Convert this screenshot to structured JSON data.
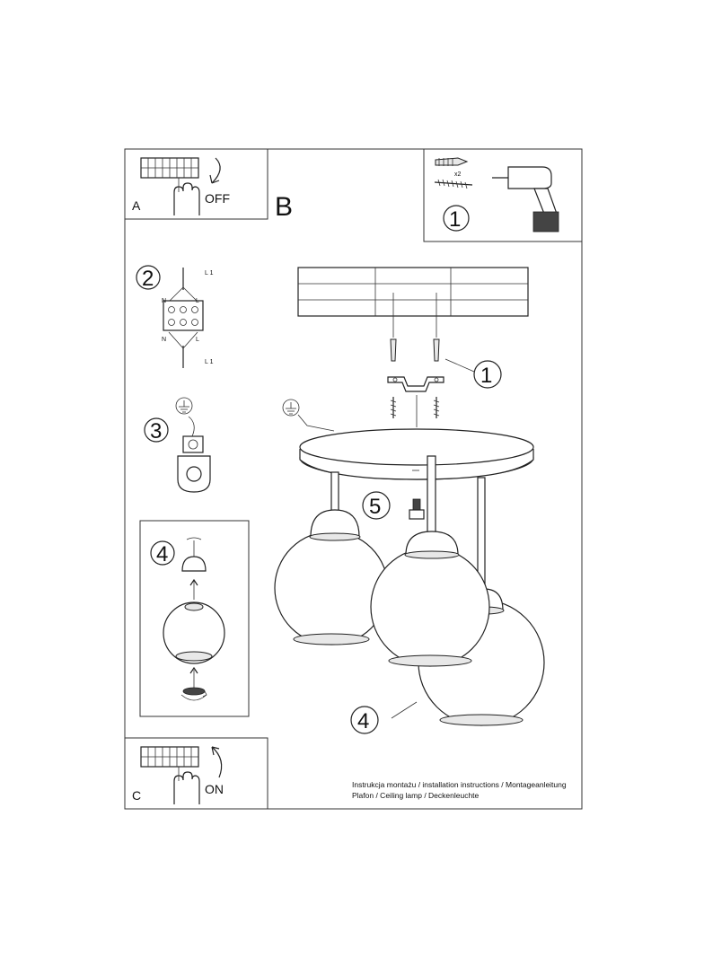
{
  "panels": {
    "A": {
      "letter": "A",
      "action": "OFF"
    },
    "B": {
      "letter": "B"
    },
    "C": {
      "letter": "C",
      "action": "ON"
    }
  },
  "steps": {
    "tools_step": "1",
    "mount_step": "1",
    "anchor_count": "x2",
    "wiring_step": "2",
    "ground_step": "3",
    "shade_inset_step": "4",
    "shade_main_step": "4",
    "bulb_step": "5"
  },
  "wiring": {
    "L1_top": "L 1",
    "L1_bottom": "L 1",
    "N_top": "N",
    "L_top": "L",
    "N_bottom": "N",
    "L_bottom": "L"
  },
  "footer": {
    "line1": "Instrukcja montażu / installation instructions / Montageanleitung",
    "line2": "Plafon / Ceiling lamp / Deckenleuchte"
  },
  "icons": [
    "terminal-block-icon",
    "hand-icon",
    "arrow-down-icon",
    "arrow-up-icon",
    "drill-icon",
    "wall-plug-icon",
    "screw-icon",
    "ground-icon",
    "lamp-shade-icon",
    "bulb-icon"
  ]
}
